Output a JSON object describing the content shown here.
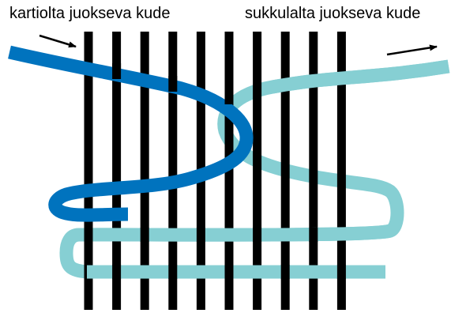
{
  "labels": {
    "left": "kartiolta juokseva kude",
    "right": "sukkulalta juokseva kude"
  },
  "colors": {
    "background": "#ffffff",
    "warp": "#000000",
    "cone_weft": "#0073be",
    "shuttle_weft": "#86cfd3",
    "arrow": "#000000"
  },
  "icons": {
    "left_arrow": "arrow-right-icon",
    "right_arrow": "arrow-right-icon"
  },
  "warp_count": 10
}
